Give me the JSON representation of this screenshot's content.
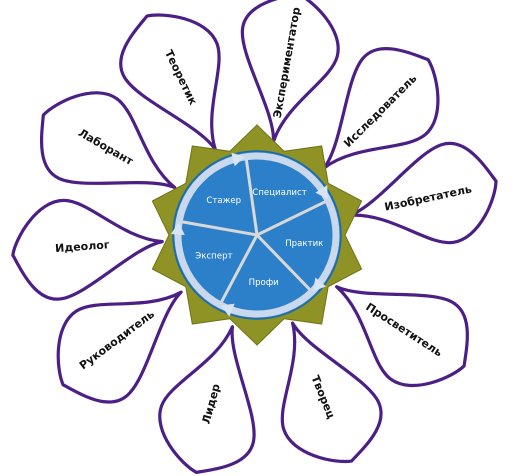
{
  "palette": {
    "leaf_stroke": "#4b1f86",
    "star_fill": "#8f9326",
    "disc_fill": "#2c80c9",
    "ring": "#c9d8ec",
    "segment_text": "#ffffff"
  },
  "petals": [
    "Теоретик",
    "Экспериментатор",
    "Исследователь",
    "Изобретатель",
    "Просветитель",
    "Творец",
    "Лидер",
    "Руководитель",
    "Идеолог",
    "Лаборант"
  ],
  "segments": [
    "Стажер",
    "Специалист",
    "Практик",
    "Профи",
    "Эксперт"
  ]
}
